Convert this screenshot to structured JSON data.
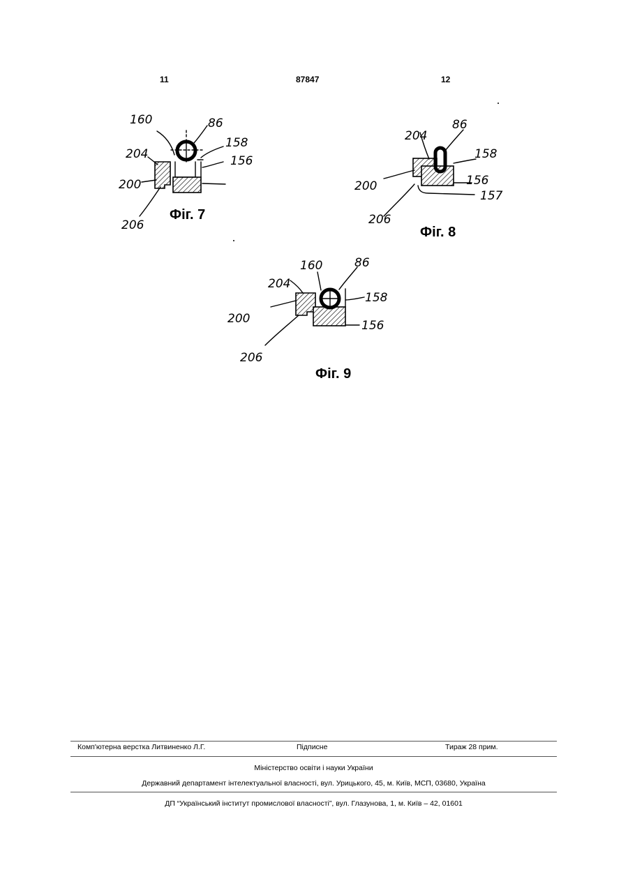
{
  "header": {
    "left_page": "11",
    "patent_number": "87847",
    "right_page": "12"
  },
  "figures": [
    {
      "caption": "Фіг. 7",
      "labels": [
        "160",
        "86",
        "158",
        "156",
        "204",
        "200",
        "206"
      ]
    },
    {
      "caption": "Фіг. 8",
      "labels": [
        "204",
        "86",
        "158",
        "156",
        "157",
        "200",
        "206"
      ]
    },
    {
      "caption": "Фіг. 9",
      "labels": [
        "204",
        "160",
        "86",
        "158",
        "200",
        "156",
        "206"
      ]
    }
  ],
  "imprint": {
    "typesetter": "Комп'ютерна верстка Литвиненко Л.Г.",
    "subscription": "Підписне",
    "circulation": "Тираж 28 прим.",
    "ministry": "Міністерство освіти і науки України",
    "department": "Державний департамент інтелектуальної власності, вул. Урицького, 45, м. Київ, МСП, 03680, Україна",
    "institute": "ДП “Український інститут промислової власності”, вул. Глазунова, 1, м. Київ – 42, 01601"
  }
}
